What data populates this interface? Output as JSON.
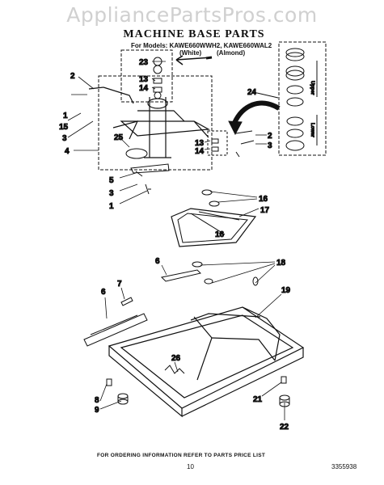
{
  "watermark": "AppliancePartsPros.com",
  "title": "MACHINE BASE PARTS",
  "models_line": "For Models: KAWE660WWH2, KAWE660WAL2",
  "color_white": "(White)",
  "color_almond": "(Almond)",
  "side_upper": "Upper",
  "side_lower": "Lower",
  "footer": "FOR ORDERING INFORMATION REFER TO PARTS PRICE LIST",
  "page_number": "10",
  "doc_code": "3355938",
  "callouts": [
    "23",
    "13",
    "14",
    "24",
    "2",
    "1",
    "15",
    "3",
    "4",
    "25",
    "13",
    "14",
    "2",
    "3",
    "5",
    "3",
    "1",
    "16",
    "17",
    "16",
    "6",
    "18",
    "7",
    "6",
    "19",
    "26",
    "8",
    "9",
    "21",
    "22"
  ]
}
